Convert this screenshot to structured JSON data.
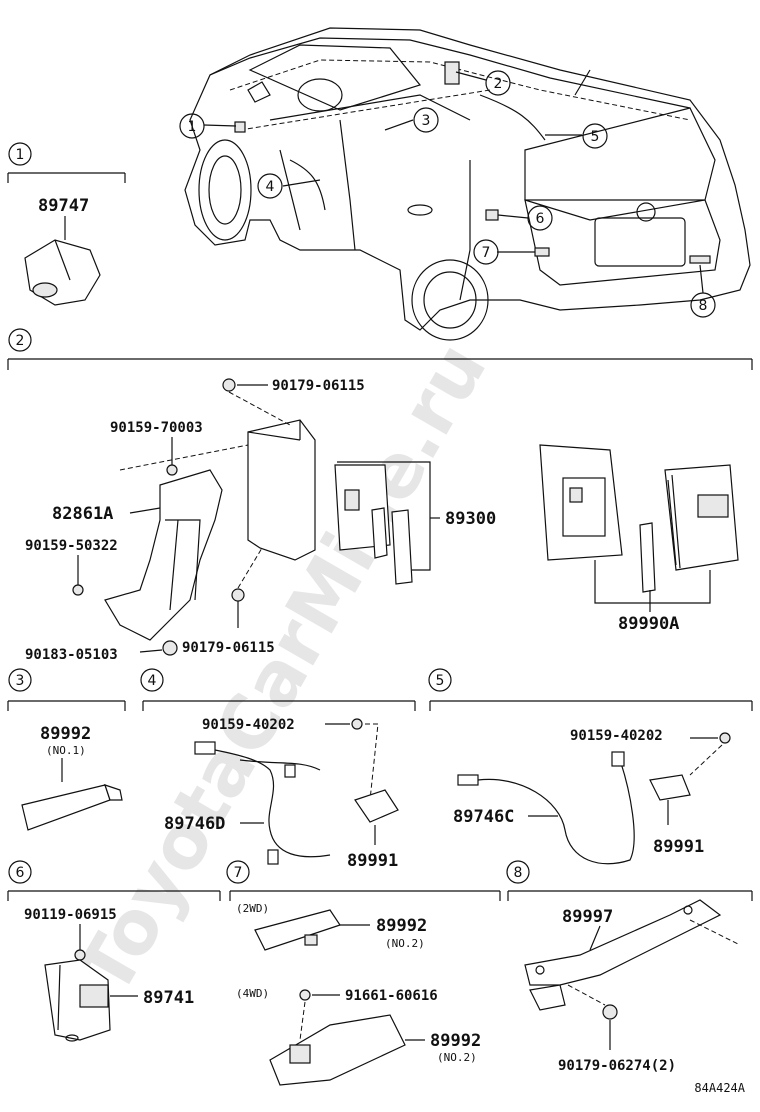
{
  "watermark": "ToyotaCarMine.ru",
  "diagram_code": "84A424A",
  "car_callouts": [
    "1",
    "2",
    "3",
    "4",
    "5",
    "6",
    "7",
    "8"
  ],
  "sections": {
    "s1": {
      "num": "1",
      "parts": {
        "p89747": "89747"
      }
    },
    "s2": {
      "num": "2",
      "parts": {
        "p90179_top": "90179-06115",
        "p90159_70003": "90159-70003",
        "p82861A": "82861A",
        "p90159_50322": "90159-50322",
        "p89300": "89300",
        "p90179_bot": "90179-06115",
        "p90183": "90183-05103",
        "p89990A": "89990A"
      }
    },
    "s3": {
      "num": "3",
      "parts": {
        "p89992": "89992",
        "note": "(NO.1)"
      }
    },
    "s4": {
      "num": "4",
      "parts": {
        "p90159": "90159-40202",
        "p89746D": "89746D",
        "p89991": "89991"
      }
    },
    "s5": {
      "num": "5",
      "parts": {
        "p90159": "90159-40202",
        "p89746C": "89746C",
        "p89991": "89991"
      }
    },
    "s6": {
      "num": "6",
      "parts": {
        "p90119": "90119-06915",
        "p89741": "89741"
      }
    },
    "s7": {
      "num": "7",
      "parts": {
        "v2wd": "(2WD)",
        "p89992_a": "89992",
        "note_a": "(NO.2)",
        "v4wd": "(4WD)",
        "p91661": "91661-60616",
        "p89992_b": "89992",
        "note_b": "(NO.2)"
      }
    },
    "s8": {
      "num": "8",
      "parts": {
        "p89997": "89997",
        "p90179": "90179-06274(2)"
      }
    }
  }
}
